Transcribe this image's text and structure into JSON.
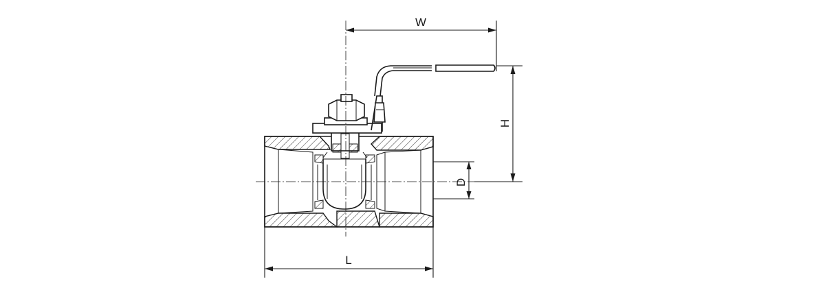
{
  "dimension_labels": {
    "width": "W",
    "height": "H",
    "diameter": "D",
    "length": "L"
  },
  "colors": {
    "line": "#1a1a1a",
    "background": "#ffffff"
  }
}
